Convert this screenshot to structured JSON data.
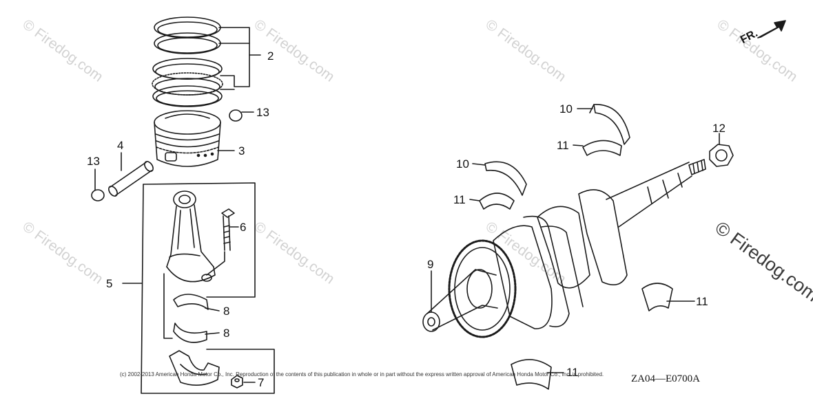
{
  "callouts": {
    "c2": "2",
    "c13a": "13",
    "c3": "3",
    "c4": "4",
    "c13b": "13",
    "c6": "6",
    "c5": "5",
    "c8a": "8",
    "c8b": "8",
    "c7": "7",
    "c10a": "10",
    "c11a": "11",
    "c12": "12",
    "c10b": "10",
    "c11b": "11",
    "c9": "9",
    "c11c": "11",
    "c11d": "11"
  },
  "direction_label": "FR.",
  "watermark": "© Firedog.com",
  "copyright": "(c) 2002-2013 American Honda Motor Co., Inc. Reproduction of the contents of this publication in whole or in part without the express written approval of American Honda Motor Co., Inc. is prohibited.",
  "diagram_code": "ZA04—E0700A",
  "line_color": "#1a1a1a"
}
